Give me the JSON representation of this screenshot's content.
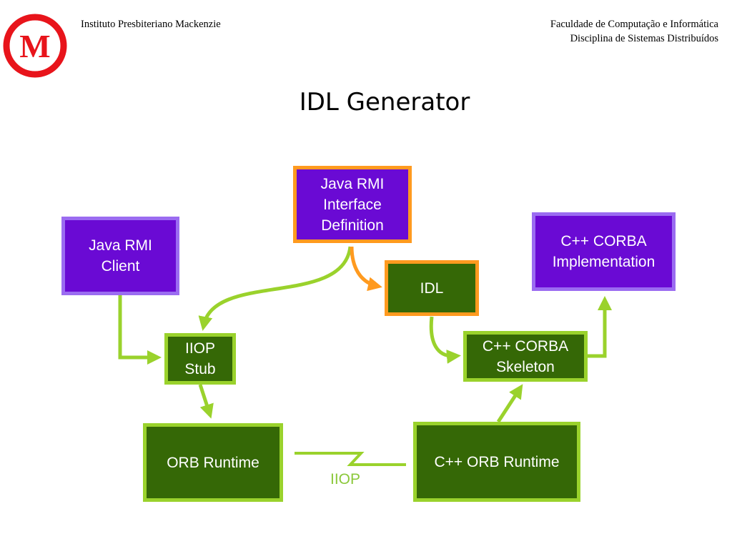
{
  "header": {
    "logo_letter": "M",
    "left_text": "Instituto Presbiteriano Mackenzie",
    "right_line1": "Faculdade de Computação e Informática",
    "right_line2": "Disciplina de Sistemas Distribuídos"
  },
  "title": "IDL Generator",
  "nodes": {
    "java_rmi_interface": "Java RMI\nInterface\nDefinition",
    "java_rmi_client": "Java RMI\nClient",
    "idl": "IDL",
    "cpp_corba_impl": "C++ CORBA\nImplementation",
    "iiop_stub": "IIOP\nStub",
    "cpp_corba_skeleton": "C++ CORBA\nSkeleton",
    "orb_runtime": "ORB Runtime",
    "cpp_orb_runtime": "C++ ORB Runtime"
  },
  "connector_label": "IIOP",
  "colors": {
    "purple_fill": "#6a0ad4",
    "violet_border": "#9b6cf1",
    "orange": "#ff9a1f",
    "green_fill": "#356806",
    "lime": "#9ad22c",
    "logo_red": "#e8141b"
  }
}
